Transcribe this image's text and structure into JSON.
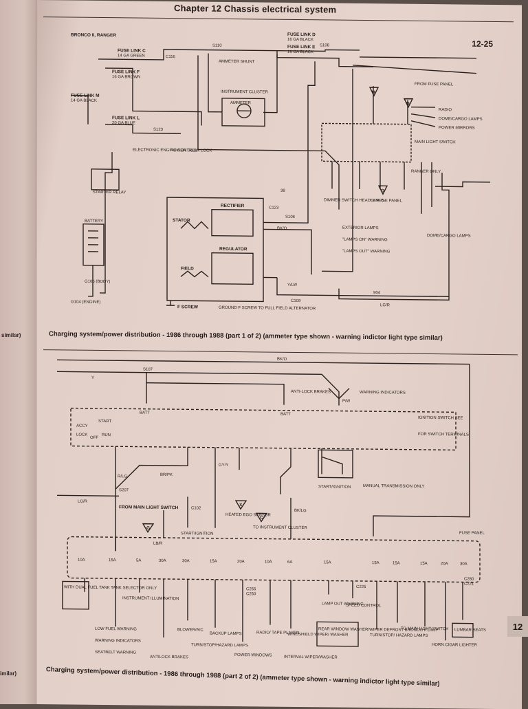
{
  "header": {
    "chapter_title": "Chapter 12 Chassis electrical system",
    "page_number": "12-25"
  },
  "left_page": {
    "caption_top": "similar)",
    "caption_bottom": "imilar)"
  },
  "section_tab": "12",
  "diagram1": {
    "caption": "Charging system/power distribution - 1986 through 1988 (part 1 of 2) (ammeter type shown - warning indictor light type similar)",
    "labels": {
      "bronco": "BRONCO II, RANGER",
      "fuse_link_c": "FUSE LINK C",
      "fuse_link_c_ga": "14 GA GREEN",
      "fuse_link_f": "FUSE LINK F",
      "fuse_link_f_ga": "16 GA BROWN",
      "fuse_link_m": "FUSE LINK M",
      "fuse_link_m_ga": "14 GA BLACK",
      "fuse_link_l": "FUSE LINK L",
      "fuse_link_l_ga": "20 GA BLUE",
      "fuse_link_d": "FUSE LINK D",
      "fuse_link_d_ga": "16 GA BLACK",
      "fuse_link_e": "FUSE LINK E",
      "fuse_link_e_ga": "16 GA BLACK",
      "ammeter_shunt": "AMMETER SHUNT",
      "instrument_cluster": "INSTRUMENT CLUSTER",
      "ammeter": "AMMETER",
      "from_fuse_panel": "FROM FUSE PANEL",
      "electronic_engine_control": "ELECTRONIC ENGINE CONTROL",
      "power_door_lock": "POWER DOOR LOCK",
      "starter_relay": "STARTER RELAY",
      "battery": "BATTERY",
      "stator": "STATOR",
      "rectifier": "RECTIFIER",
      "regulator": "REGULATOR",
      "field": "FIELD",
      "f_screw": "F SCREW",
      "ground_note": "GROUND F SCREW TO FULL FIELD ALTERNATOR",
      "dimmer_switch": "DIMMER SWITCH HEADLAMPS",
      "to_fuse_panel": "TO FUSE PANEL",
      "exterior_lamps": "EXTERIOR LAMPS",
      "lamps_on_warning": "\"LAMPS ON\" WARNING",
      "lamps_out_warning": "\"LAMPS OUT\" WARNING",
      "radio": "RADIO",
      "dome_cargo_lamps": "DOME/CARGO LAMPS",
      "power_mirrors": "POWER MIRRORS",
      "main_light_switch": "MAIN LIGHT SWITCH",
      "ranger_only": "RANGER ONLY",
      "dome_cargo_lamps2": "DOME/CARGO LAMPS",
      "s106": "S106",
      "s108": "S108",
      "s110": "S110",
      "s123": "S123",
      "c116": "C116",
      "c123": "C123",
      "c109": "C109",
      "g106": "G106 (BODY)",
      "g104": "G104 (ENGINE)",
      "wire_bko": "BK/O",
      "wire_lgr": "LG/R",
      "wire_ylw": "Y/LW",
      "wire_38": "38",
      "wire_904": "904",
      "fuse_h": "H",
      "fuse_d": "D",
      "fuse_g": "G"
    }
  },
  "diagram2": {
    "caption": "Charging system/power distribution - 1986 through 1988 (part 2 of 2) (ammeter type shown - warning indictor light type similar)",
    "labels": {
      "s107": "S107",
      "batt": "BATT",
      "batt2": "BATT",
      "anti_lock_brakes": "ANTI-LOCK BRAKES",
      "warning_indicators": "WARNING INDICATORS",
      "ignition_switch_see": "IGNITION SWITCH SEE",
      "for_switch_terminals": "FOR SWITCH TERMINALS",
      "accy": "ACCY",
      "start": "START",
      "lock": "LOCK",
      "off": "OFF",
      "run": "RUN",
      "manual_transmission": "MANUAL TRANSMISSION ONLY",
      "start_ignition": "START/IGNITION",
      "start_ignition2": "START/IGNITION",
      "from_main_light_switch": "FROM MAIN LIGHT SWITCH",
      "c102": "C102",
      "s207": "S207",
      "heated_ego_sensor": "HEATED EGO SENSOR",
      "to_instrument_cluster": "TO INSTRUMENT CLUSTER",
      "fuse_panel": "FUSE PANEL",
      "instrument_illumination": "INSTRUMENT ILLUMINATION",
      "low_fuel_warning": "LOW FUEL WARNING",
      "warning_indicators2": "WARNING INDICATORS",
      "seatbelt_warning": "SEATBELT WARNING",
      "antilock_brakes": "ANTILOCK BRAKES",
      "blower_ac": "BLOWER/A/C",
      "backup_lamps": "BACKUP LAMPS",
      "turn_stop_hazard_lamps": "TURN/STOP/HAZARD LAMPS",
      "power_windows": "POWER WINDOWS",
      "radio_tape_player": "RADIO/ TAPE PLAYER",
      "windshield_wiper_washer": "WINDSHIELD WIPER/ WASHER",
      "interval_wiper_washer": "INTERVAL WIPER/WASHER",
      "lamp_out_warning": "LAMP OUT WARNING",
      "speed_control": "SPEED CONTROL",
      "rear_window_note": "REAR WINDOW WASHER/WIPER DEFROST BRONCO II ONLY",
      "turn_stop_hazard_lamps2": "TURN/STOP/ HAZARD LAMPS",
      "to_main_light_switch": "TO MAIN LIGHT SWITCH",
      "horn_cigar_lighter": "HORN CIGAR LIGHTER",
      "lumbar_seats": "LUMBAR SEATS",
      "dual_fuel_note": "WITH DUAL FUEL TANK TANK SELECTOR ONLY",
      "fuse_15_10a": "10A",
      "fuse_16_15a": "15A",
      "fuse_17_5a": "5A",
      "fuse_10_30a": "30A",
      "fuse_9_30a": "30A",
      "fuse_5_15a": "15A",
      "fuse_14_20a": "20A",
      "fuse_11_10a": "10A",
      "fuse_2_6a": "6A",
      "fuse_6_15a": "15A",
      "fuse_1_15a": "15A",
      "fuse_4_15a": "15A",
      "fuse_8_15a": "15A",
      "fuse_18_20a": "20A",
      "fuse_13_30a": "30A",
      "c255": "C255",
      "c250": "C250",
      "c225": "C225",
      "c280": "C280",
      "c221": "C221",
      "wire_bko": "BK/O",
      "wire_y": "Y",
      "wire_r_lg": "R/LG",
      "wire_br_pk": "BR/PK",
      "wire_gy_y": "GY/Y",
      "wire_bk_lg": "BK/LG",
      "wire_lg_r": "LG/R",
      "wire_lb_r": "LB/R",
      "wire_pw": "P/W",
      "conn_x": "X",
      "conn_c": "C",
      "conn_g": "G"
    }
  }
}
